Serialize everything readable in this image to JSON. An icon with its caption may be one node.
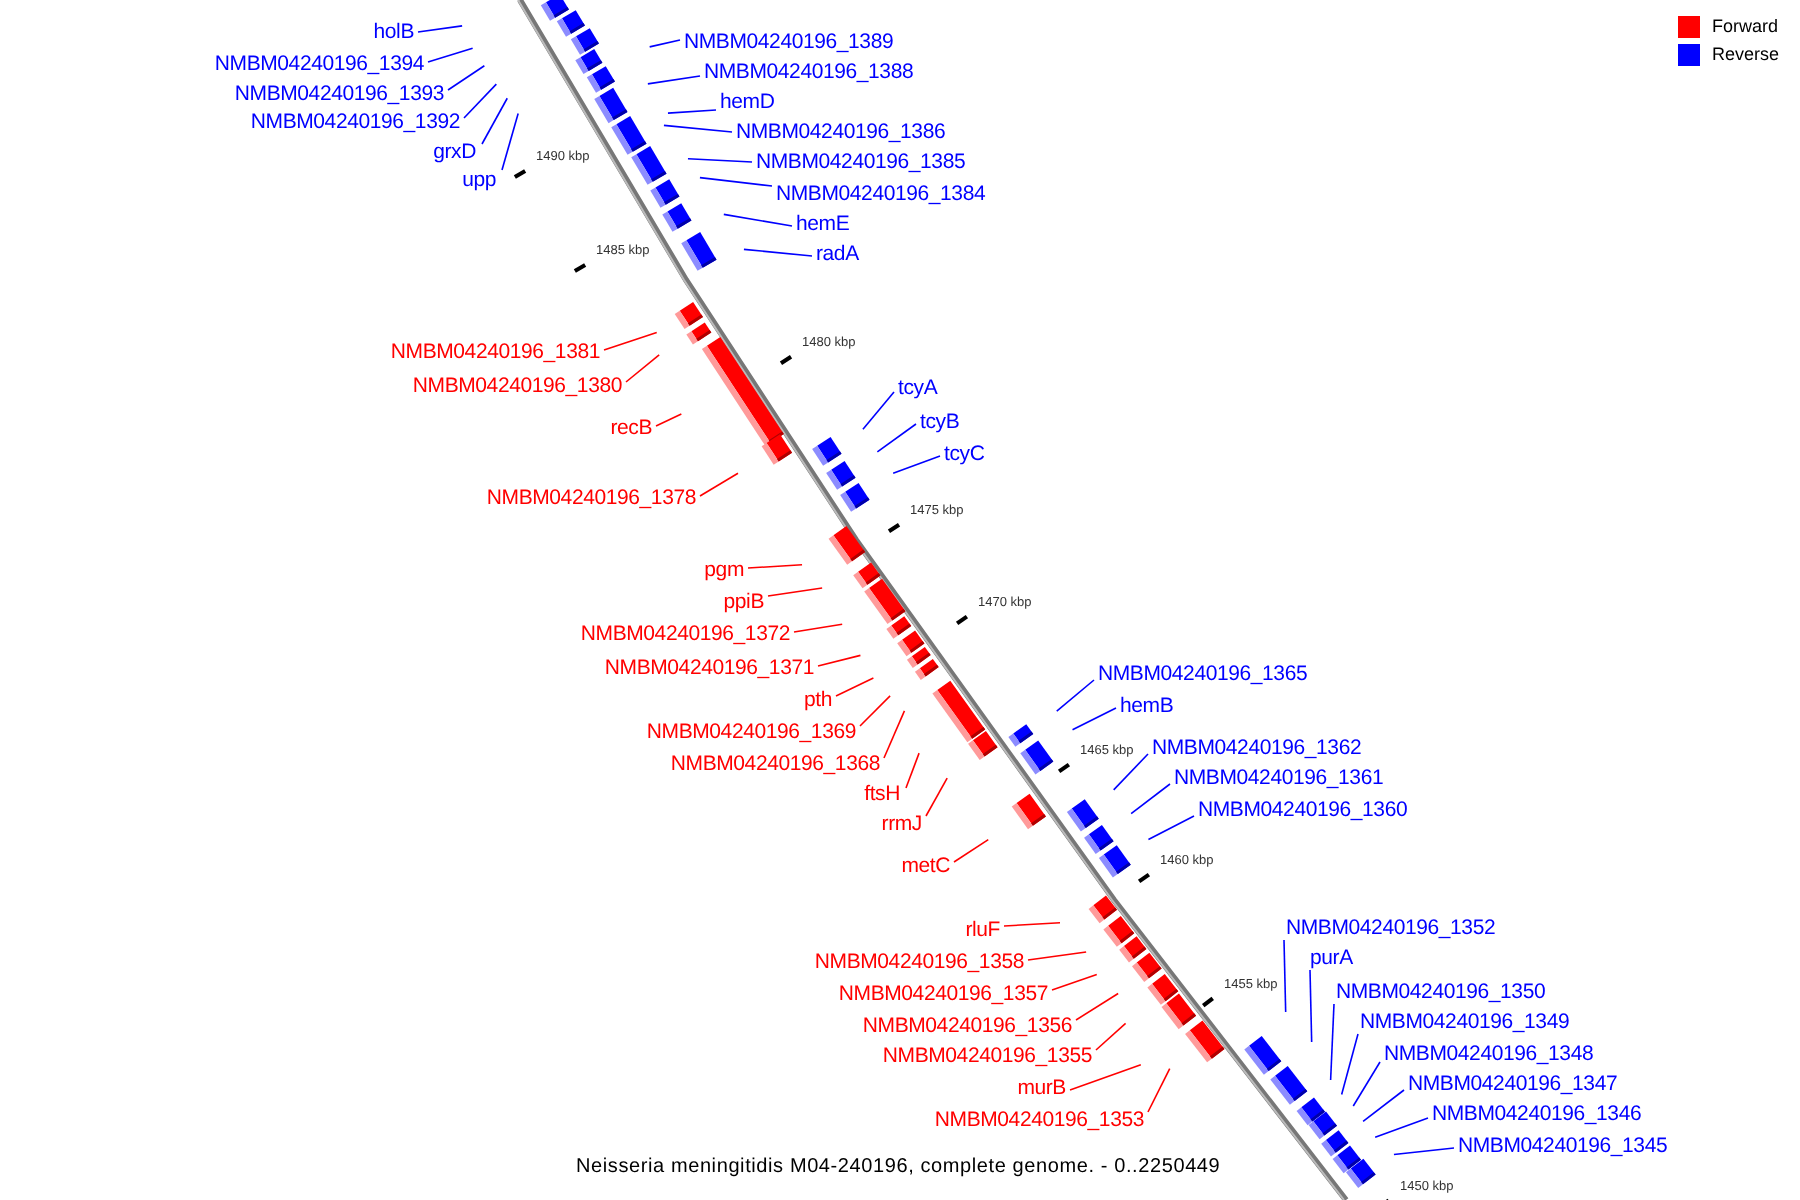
{
  "diagram": {
    "caption": "Neisseria meningitidis M04-240196, complete genome. - 0..2250449",
    "nodes": [
      {
        "text": [
          "holB"
        ]
      },
      {
        "text": [
          "NMBM04240196_1394"
        ]
      },
      {
        "text": [
          "NMBM04240196_1393"
        ]
      },
      {
        "text": [
          "NMBM04240196_1392"
        ]
      },
      {
        "text": [
          "grxD"
        ]
      },
      {
        "text": [
          "upp"
        ]
      },
      {
        "text": [
          "NMBM04240196_1389"
        ]
      },
      {
        "text": [
          "NMBM04240196_1388"
        ]
      },
      {
        "text": [
          "hemD"
        ]
      },
      {
        "text": [
          "NMBM04240196_1386"
        ]
      },
      {
        "text": [
          "NMBM04240196_1385"
        ]
      },
      {
        "text": [
          "NMBM04240196_1384"
        ]
      },
      {
        "text": [
          "hemE"
        ]
      },
      {
        "text": [
          "radA"
        ]
      },
      {
        "text": [
          "NMBM04240196_1381"
        ]
      },
      {
        "text": [
          "NMBM04240196_1380"
        ]
      },
      {
        "text": [
          "recB"
        ]
      },
      {
        "text": [
          "NMBM04240196_1378"
        ]
      },
      {
        "text": [
          "tcyA"
        ]
      },
      {
        "text": [
          "tcyB"
        ]
      },
      {
        "text": [
          "tcyC"
        ]
      },
      {
        "text": [
          "pgm"
        ]
      },
      {
        "text": [
          "ppiB"
        ]
      },
      {
        "text": [
          "NMBM04240196_1372"
        ]
      },
      {
        "text": [
          "NMBM04240196_1371"
        ]
      },
      {
        "text": [
          "pth"
        ]
      },
      {
        "text": [
          "NMBM04240196_1369"
        ]
      },
      {
        "text": [
          "NMBM04240196_1368"
        ]
      },
      {
        "text": [
          "ftsH"
        ]
      },
      {
        "text": [
          "rrmJ"
        ]
      },
      {
        "text": [
          "metC"
        ]
      },
      {
        "text": [
          "NMBM04240196_1365"
        ]
      },
      {
        "text": [
          "hemB"
        ]
      },
      {
        "text": [
          "NMBM04240196_1362"
        ]
      },
      {
        "text": [
          "NMBM04240196_1361"
        ]
      },
      {
        "text": [
          "NMBM04240196_1360"
        ]
      },
      {
        "text": [
          "rluF"
        ]
      },
      {
        "text": [
          "NMBM04240196_1358"
        ]
      },
      {
        "text": [
          "NMBM04240196_1357"
        ]
      },
      {
        "text": [
          "NMBM04240196_1356"
        ]
      },
      {
        "text": [
          "NMBM04240196_1355"
        ]
      },
      {
        "text": [
          "murB"
        ]
      },
      {
        "text": [
          "NMBM04240196_1353"
        ]
      },
      {
        "text": [
          "NMBM04240196_1352"
        ]
      },
      {
        "text": [
          "purA"
        ]
      },
      {
        "text": [
          "NMBM04240196_1350"
        ]
      },
      {
        "text": [
          "NMBM04240196_1349"
        ]
      },
      {
        "text": [
          "NMBM04240196_1348"
        ]
      },
      {
        "text": [
          "NMBM04240196_1347"
        ]
      },
      {
        "text": [
          "NMBM04240196_1346"
        ]
      },
      {
        "text": [
          "NMBM04240196_1345"
        ]
      }
    ],
    "edges": [
      {
        "from": 0,
        "to": null,
        "arrow": "none",
        "color": "#0000ff"
      },
      {
        "from": 1,
        "to": null,
        "arrow": "none"
      },
      {
        "from": 2,
        "to": null,
        "arrow": "none"
      },
      {
        "from": 3,
        "to": null,
        "arrow": "none"
      },
      {
        "from": 4,
        "to": null,
        "arrow": "none"
      },
      {
        "from": 5,
        "to": null,
        "arrow": "none"
      },
      {
        "from": 6,
        "to": null,
        "arrow": "none"
      },
      {
        "from": 7,
        "to": null,
        "arrow": "none"
      },
      {
        "from": 8,
        "to": null,
        "arrow": "none"
      },
      {
        "from": 9,
        "to": null,
        "arrow": "none"
      },
      {
        "from": 10,
        "to": null,
        "arrow": "none"
      },
      {
        "from": 11,
        "to": null,
        "arrow": "none"
      },
      {
        "from": 12,
        "to": null,
        "arrow": "none"
      },
      {
        "from": 13,
        "to": null,
        "arrow": "none"
      },
      {
        "from": 14,
        "to": null,
        "arrow": "none",
        "color": "#ff0000"
      },
      {
        "from": 15,
        "to": null,
        "arrow": "none",
        "color": "#ff0000"
      },
      {
        "from": 16,
        "to": null,
        "arrow": "none",
        "color": "#ff0000"
      },
      {
        "from": 17,
        "to": null,
        "arrow": "none",
        "color": "#ff0000"
      },
      {
        "from": 18,
        "to": null,
        "arrow": "none"
      },
      {
        "from": 19,
        "to": null,
        "arrow": "none"
      },
      {
        "from": 20,
        "to": null,
        "arrow": "none"
      },
      {
        "from": 21,
        "to": null,
        "arrow": "none",
        "color": "#ff0000"
      },
      {
        "from": 22,
        "to": null,
        "arrow": "none",
        "color": "#ff0000"
      },
      {
        "from": 23,
        "to": null,
        "arrow": "none",
        "color": "#ff0000"
      },
      {
        "from": 24,
        "to": null,
        "arrow": "none",
        "color": "#ff0000"
      },
      {
        "from": 25,
        "to": null,
        "arrow": "none",
        "color": "#ff0000"
      },
      {
        "from": 26,
        "to": null,
        "arrow": "none",
        "color": "#ff0000"
      },
      {
        "from": 27,
        "to": null,
        "arrow": "none",
        "color": "#ff0000"
      },
      {
        "from": 28,
        "to": null,
        "arrow": "none",
        "color": "#ff0000"
      },
      {
        "from": 29,
        "to": null,
        "arrow": "none",
        "color": "#ff0000"
      },
      {
        "from": 30,
        "to": null,
        "arrow": "none",
        "color": "#ff0000"
      },
      {
        "from": 31,
        "to": null,
        "arrow": "none"
      },
      {
        "from": 32,
        "to": null,
        "arrow": "none"
      },
      {
        "from": 33,
        "to": null,
        "arrow": "none"
      },
      {
        "from": 34,
        "to": null,
        "arrow": "none"
      },
      {
        "from": 35,
        "to": null,
        "arrow": "none"
      },
      {
        "from": 36,
        "to": null,
        "arrow": "none",
        "color": "#ff0000"
      },
      {
        "from": 37,
        "to": null,
        "arrow": "none",
        "color": "#ff0000"
      },
      {
        "from": 38,
        "to": null,
        "arrow": "none",
        "color": "#ff0000"
      },
      {
        "from": 39,
        "to": null,
        "arrow": "none",
        "color": "#ff0000"
      },
      {
        "from": 40,
        "to": null,
        "arrow": "none",
        "color": "#ff0000"
      },
      {
        "from": 41,
        "to": null,
        "arrow": "none",
        "color": "#ff0000"
      },
      {
        "from": 42,
        "to": null,
        "arrow": "none",
        "color": "#ff0000"
      },
      {
        "from": 43,
        "to": null,
        "arrow": "none"
      },
      {
        "from": 44,
        "to": null,
        "arrow": "none"
      },
      {
        "from": 45,
        "to": null,
        "arrow": "none"
      },
      {
        "from": 46,
        "to": null,
        "arrow": "none"
      },
      {
        "from": 47,
        "to": null,
        "arrow": "none"
      },
      {
        "from": 48,
        "to": null,
        "arrow": "none"
      },
      {
        "from": 49,
        "to": null,
        "arrow": "none"
      },
      {
        "from": 50,
        "to": null,
        "arrow": "none"
      }
    ],
    "labels": [
      "1490 kbp",
      "1485 kbp",
      "1480 kbp",
      "1475 kbp",
      "1470 kbp",
      "1465 kbp",
      "1460 kbp",
      "1455 kbp",
      "1450 kbp"
    ],
    "legend": [
      {
        "text": "Forward",
        "color": "#ff0000"
      },
      {
        "text": "Reverse",
        "color": "#0000ff"
      }
    ]
  }
}
